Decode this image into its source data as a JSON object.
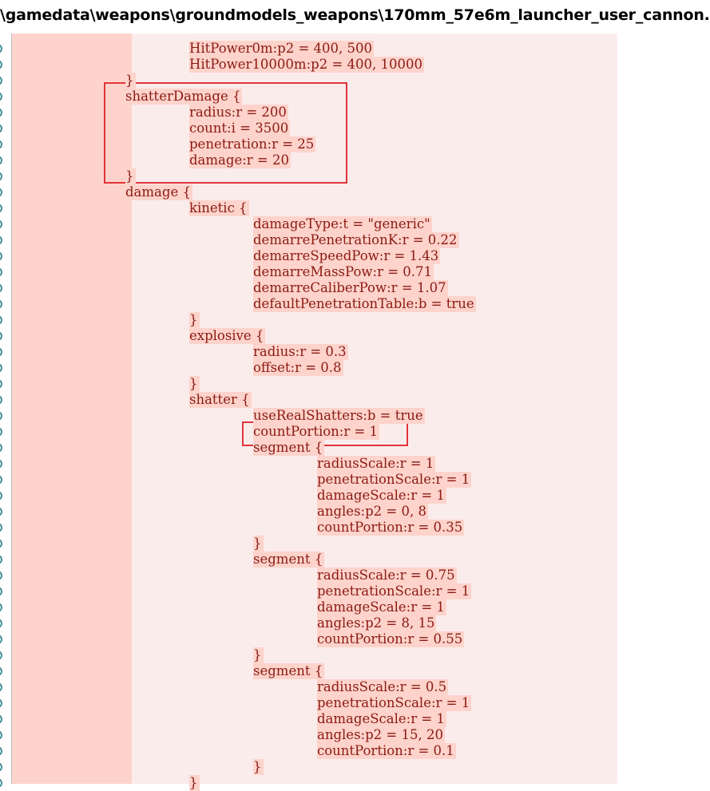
{
  "title": "\\gamedata\\weapons\\groundmodels_weapons\\170mm_57e6m_launcher_user_cannon.",
  "lines": [
    "HitPower0m:p2 = 400, 500",
    "HitPower10000m:p2 = 400, 10000",
    "}",
    "shatterDamage {",
    "radius:r = 200",
    "count:i = 3500",
    "penetration:r = 25",
    "damage:r = 20",
    "}",
    "damage {",
    "kinetic {",
    "damageType:t = \"generic\"",
    "demarrePenetrationK:r = 0.22",
    "demarreSpeedPow:r = 1.43",
    "demarreMassPow:r = 0.71",
    "demarreCaliberPow:r = 1.07",
    "defaultPenetrationTable:b = true",
    "}",
    "explosive {",
    "radius:r = 0.3",
    "offset:r = 0.8",
    "}",
    "shatter {",
    "useRealShatters:b = true",
    "countPortion:r = 1",
    "segment {",
    "radiusScale:r = 1",
    "penetrationScale:r = 1",
    "damageScale:r = 1",
    "angles:p2 = 0, 8",
    "countPortion:r = 0.35",
    "}",
    "segment {",
    "radiusScale:r = 0.75",
    "penetrationScale:r = 1",
    "damageScale:r = 1",
    "angles:p2 = 8, 15",
    "countPortion:r = 0.55",
    "}",
    "segment {",
    "radiusScale:r = 0.5",
    "penetrationScale:r = 1",
    "damageScale:r = 1",
    "angles:p2 = 15, 20",
    "countPortion:r = 0.1",
    "}",
    "}"
  ],
  "colors": {
    "text": "#8b1a12",
    "line_highlight": "#fdd3cb",
    "editor_bg": "#fbecec",
    "annotation_box": "#e0353a",
    "gutter_marker": "#4a8f96"
  }
}
